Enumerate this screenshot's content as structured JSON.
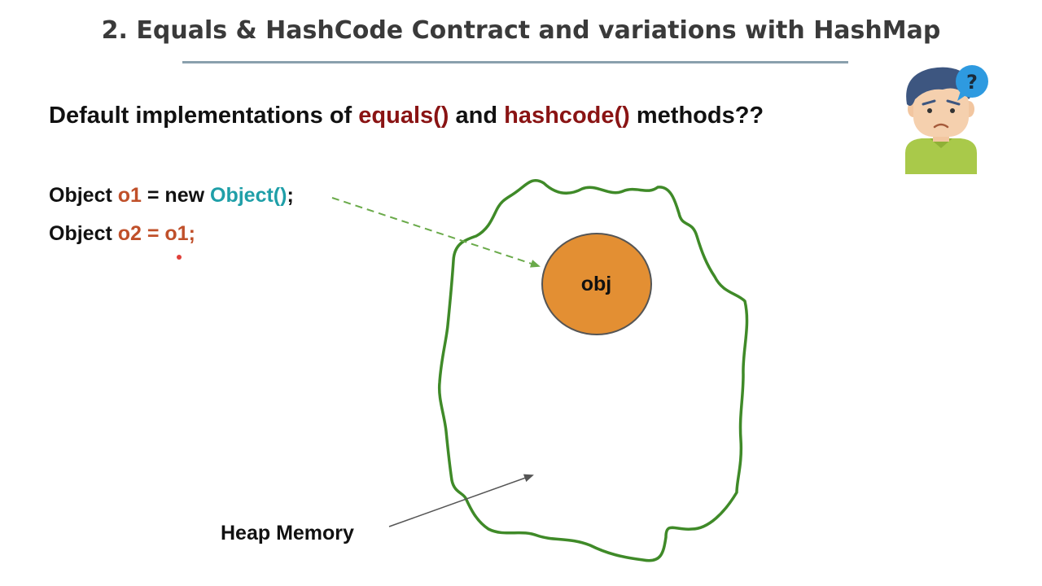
{
  "title": "2. Equals & HashCode Contract and variations with HashMap",
  "question": {
    "prefix": "Default implementations of ",
    "method1": "equals()",
    "middle": " and ",
    "method2": "hashcode()",
    "suffix": " methods??"
  },
  "code": {
    "line1": {
      "type": "Object ",
      "var": "o1",
      "op": " = new ",
      "ctor": "Object()",
      "end": ";"
    },
    "line2": {
      "type": "Object ",
      "assign": "o2 = o1;"
    }
  },
  "diagram": {
    "object_label": "obj",
    "heap_label": "Heap Memory",
    "avatar_question_mark": "?"
  },
  "colors": {
    "heap_outline": "#3f8a28",
    "object_fill": "#e38f33",
    "object_stroke": "#555555",
    "reference_arrow": "#6aaa4a",
    "variable_text": "#c0502a",
    "constructor_text": "#1f9fa8",
    "method_text": "#8a1414",
    "title_text": "#3a3a3a",
    "title_rule": "#8aa0ad"
  },
  "icons": {
    "avatar": "confused-person-icon",
    "bubble": "question-bubble-icon"
  }
}
